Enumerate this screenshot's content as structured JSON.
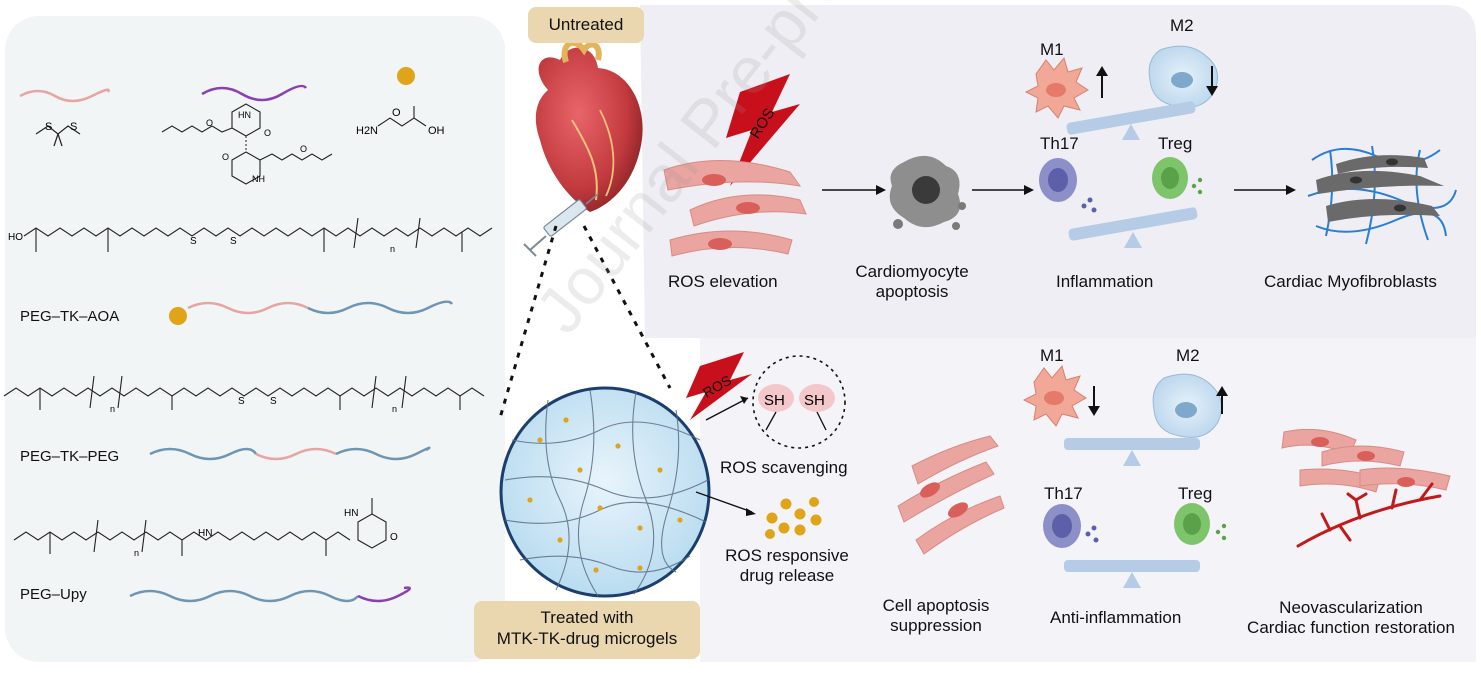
{
  "labels": {
    "untreated": "Untreated",
    "treated_line1": "Treated with",
    "treated_line2": "MTK-TK-drug microgels",
    "ros_badge": "ROS",
    "ros_elevation": "ROS elevation",
    "cardiomyocyte_apoptosis_line1": "Cardiomyocyte",
    "cardiomyocyte_apoptosis_line2": "apoptosis",
    "inflammation": "Inflammation",
    "cardiac_myofibroblasts": "Cardiac Myofibroblasts",
    "m1": "M1",
    "m2": "M2",
    "th17": "Th17",
    "treg": "Treg",
    "sh": "SH",
    "ros_scavenging": "ROS scavenging",
    "ros_responsive_line1": "ROS responsive",
    "ros_responsive_line2": "drug release",
    "cell_apoptosis_line1": "Cell apoptosis",
    "cell_apoptosis_line2": "suppression",
    "anti_inflammation": "Anti-inflammation",
    "neovascularization": "Neovascularization",
    "cardiac_function_restoration": "Cardiac function restoration",
    "peg_tk_aoa": "PEG–TK–AOA",
    "peg_tk_peg": "PEG–TK–PEG",
    "peg_upy": "PEG–Upy",
    "watermark": "Journal Pre-proof"
  },
  "chem": {
    "s": "S",
    "o": "O",
    "n": "N",
    "h": "H",
    "hn": "HN",
    "nh": "NH",
    "oh": "OH",
    "ho": "HO",
    "h2n": "H2N",
    "n_sub": "n"
  },
  "colors": {
    "pink_polymer": "#e8a3a3",
    "purple_polymer": "#8b3fb5",
    "blue_polymer": "#6f95b5",
    "gold": "#e0a418",
    "ros_red": "#c8101c",
    "cardio_pink": "#eaa5a0",
    "cardio_nucleus": "#d9605a",
    "m1_fill": "#f2a896",
    "m2_fill": "#c9dff0",
    "th17_fill": "#8c8fc8",
    "treg_fill": "#7ec46a",
    "seesaw": "#b5cbe6",
    "panel_left": "#f1f5f5",
    "panel_top": "#eeeef4",
    "panel_bottom": "#f4f4f8",
    "pill": "#ead7b0",
    "vessel": "#c21a1a",
    "fibro_gray": "#5a5a5a",
    "fibro_blue": "#2a7fd4"
  }
}
